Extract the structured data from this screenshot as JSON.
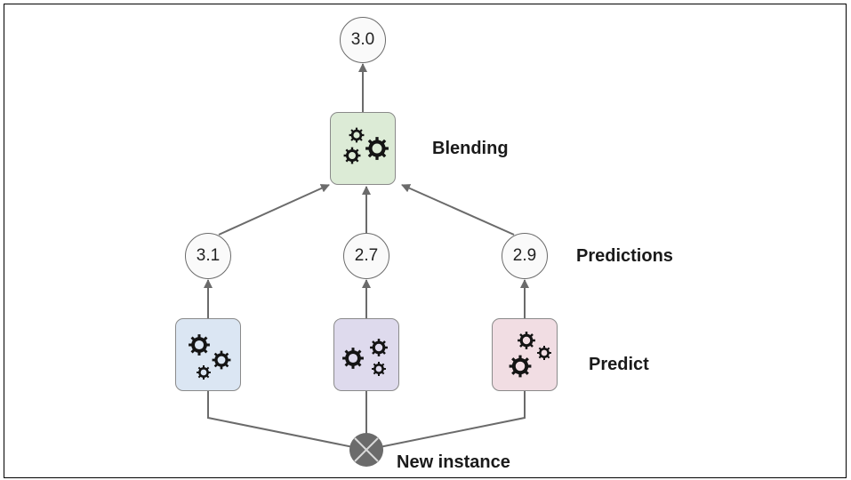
{
  "labels": {
    "blending": "Blending",
    "predictions": "Predictions",
    "predict": "Predict",
    "new_instance": "New instance"
  },
  "nodes": {
    "output": "3.0",
    "predictions": [
      "3.1",
      "2.7",
      "2.9"
    ]
  },
  "colors": {
    "blender_box": "#dcebd6",
    "predictor_boxes": [
      "#dbe6f3",
      "#dedaed",
      "#f1dde3"
    ],
    "arrow": "#6b6b6b",
    "gear": "#141414",
    "new_instance_node": "#6b6b6b"
  },
  "icons": {
    "blender": "gears-icon",
    "predictors": [
      "gears-icon",
      "gears-icon",
      "gears-icon"
    ],
    "new_instance": "cross-circle-icon"
  }
}
